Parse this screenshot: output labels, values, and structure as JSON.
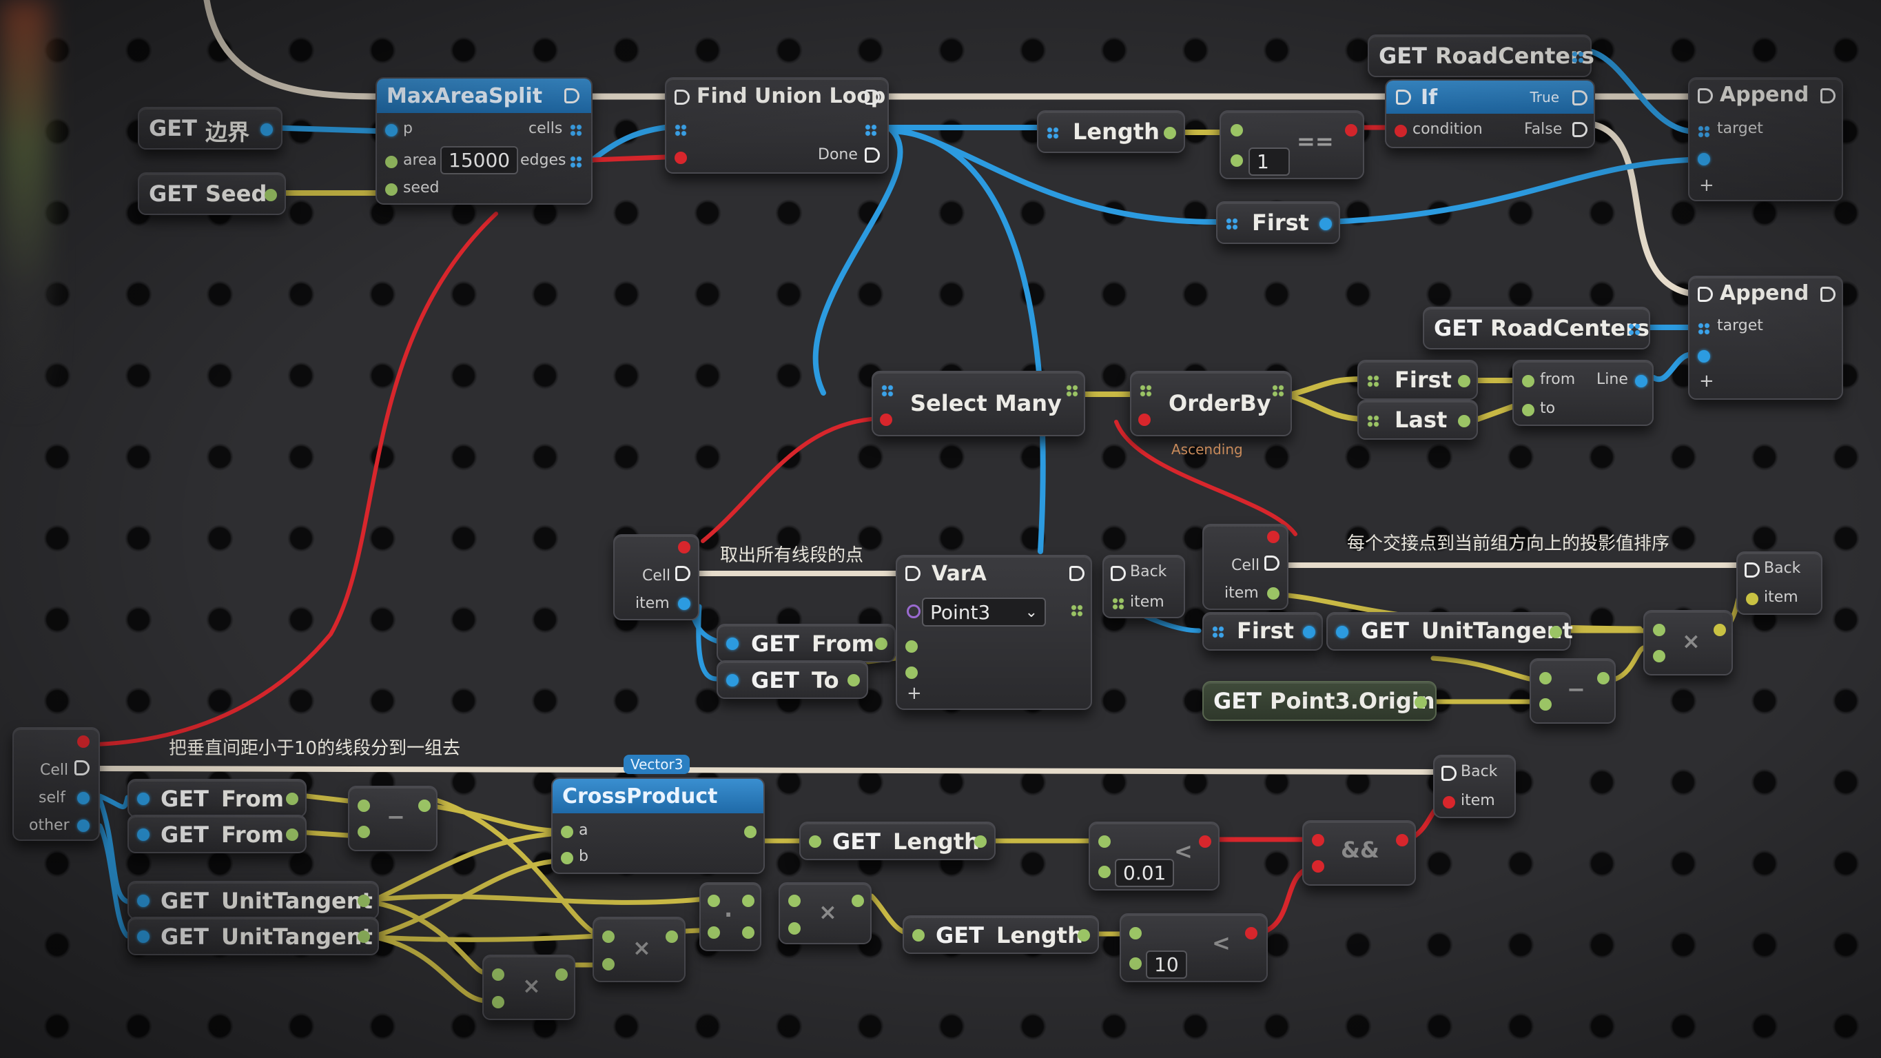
{
  "nodes": {
    "get_area": {
      "get": "GET",
      "name": "边界"
    },
    "get_seed": {
      "get": "GET",
      "name": "Seed"
    },
    "max_area_split": {
      "title": "MaxAreaSplit",
      "pin_p": "p",
      "pin_area": "area",
      "area_value": "15000",
      "pin_seed": "seed",
      "pin_cells": "cells",
      "pin_edges": "edges"
    },
    "find_union_loop": {
      "title": "Find Union Loop",
      "pin_done": "Done"
    },
    "length": {
      "title": "Length"
    },
    "equals": {
      "op": "==",
      "value": "1"
    },
    "first_top": {
      "title": "First"
    },
    "get_roadcenters_top": {
      "get": "GET",
      "name": "RoadCenters"
    },
    "if_node": {
      "title": "If",
      "true_label": "True",
      "false_label": "False",
      "cond_label": "condition"
    },
    "append_top": {
      "title": "Append",
      "pin_target": "target",
      "plus": "+"
    },
    "append_mid": {
      "title": "Append",
      "pin_target": "target",
      "plus": "+"
    },
    "get_roadcenters_mid": {
      "get": "GET",
      "name": "RoadCenters"
    },
    "select_many": {
      "title": "Select Many"
    },
    "orderby": {
      "title": "OrderBy",
      "caption": "Ascending"
    },
    "first_mid": {
      "title": "First"
    },
    "last_mid": {
      "title": "Last"
    },
    "from_to": {
      "from": "from",
      "to": "to",
      "line": "Line"
    },
    "cell_left": {
      "cell": "Cell",
      "item": "item"
    },
    "get_from_a": {
      "get": "GET",
      "name": "From"
    },
    "get_to_a": {
      "get": "GET",
      "name": "To"
    },
    "vara": {
      "title": "VarA",
      "type_value": "Point3",
      "plus": "+"
    },
    "back_item": {
      "back": "Back",
      "item": "item"
    },
    "cell_right": {
      "cell": "Cell",
      "item": "item"
    },
    "first_right": {
      "title": "First"
    },
    "get_unittangent_r": {
      "get": "GET",
      "name": "UnitTangent"
    },
    "get_origin": {
      "get": "GET",
      "name": "Point3.Origin"
    },
    "minus_r": {
      "op": "−"
    },
    "multiply_r": {
      "op": "×"
    },
    "back_r": {
      "back": "Back",
      "item": "item"
    },
    "cell_bottom": {
      "cell": "Cell",
      "self": "self",
      "other": "other"
    },
    "get_from_b1": {
      "get": "GET",
      "name": "From"
    },
    "get_from_b2": {
      "get": "GET",
      "name": "From"
    },
    "minus_b": {
      "op": "−"
    },
    "get_ut_b1": {
      "get": "GET",
      "name": "UnitTangent"
    },
    "get_ut_b2": {
      "get": "GET",
      "name": "UnitTangent"
    },
    "cross_product": {
      "title": "CrossProduct",
      "tag": "Vector3",
      "pin_a": "a",
      "pin_b": "b"
    },
    "get_length_b1": {
      "get": "GET",
      "name": "Length"
    },
    "get_length_b2": {
      "get": "GET",
      "name": "Length"
    },
    "less_b1": {
      "op": "<",
      "value": "0.01"
    },
    "less_b2": {
      "op": "<",
      "value": "10"
    },
    "and_b": {
      "op": "&&"
    },
    "back_b": {
      "back": "Back",
      "item": "item"
    },
    "mul_b1": {
      "op": "×"
    },
    "mul_b2": {
      "op": "×"
    },
    "dot_b": {
      "op": "·"
    }
  },
  "notes": {
    "note_points": "取出所有线段的点",
    "note_sort": "每个交接点到当前组方向上的投影值排序",
    "note_group": "把垂直间距小于10的线段分到一组去"
  },
  "colors": {
    "exec": "#e6dccb",
    "vector": "#2c9be0",
    "float": "#c9c243",
    "bool": "#d8262c",
    "number": "#9bc465"
  }
}
